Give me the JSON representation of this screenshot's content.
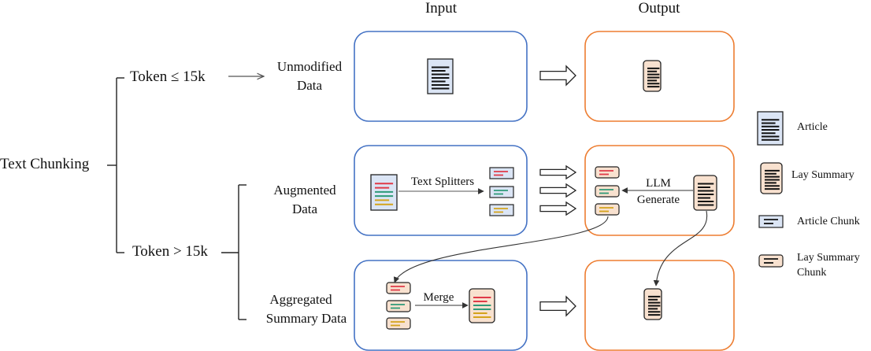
{
  "colors": {
    "input_border": "#4472c4",
    "output_border": "#ed7d31",
    "article_fill": "#dbe5f5",
    "summary_fill": "#f8e1cf",
    "red_line": "#e03a48",
    "green_line": "#2e9a78",
    "yellow_line": "#d4a31c"
  },
  "headers": {
    "input": "Input",
    "output": "Output"
  },
  "root": {
    "label": "Text Chunking"
  },
  "branches": {
    "short": "Token ≤ 15k",
    "long": "Token > 15k"
  },
  "rows": {
    "unmodified": {
      "line1": "Unmodified",
      "line2": "Data"
    },
    "augmented": {
      "line1": "Augmented",
      "line2": "Data"
    },
    "aggregated": {
      "line1": "Aggregated",
      "line2": "Summary Data"
    }
  },
  "steps": {
    "splitter": "Text Splitters",
    "llm_line1": "LLM",
    "llm_line2": "Generate",
    "merge": "Merge"
  },
  "legend": {
    "article": "Article",
    "lay_summary": "Lay Summary",
    "article_chunk": "Article Chunk",
    "lay_summary_chunk_line1": "Lay Summary",
    "lay_summary_chunk_line2": "Chunk"
  }
}
